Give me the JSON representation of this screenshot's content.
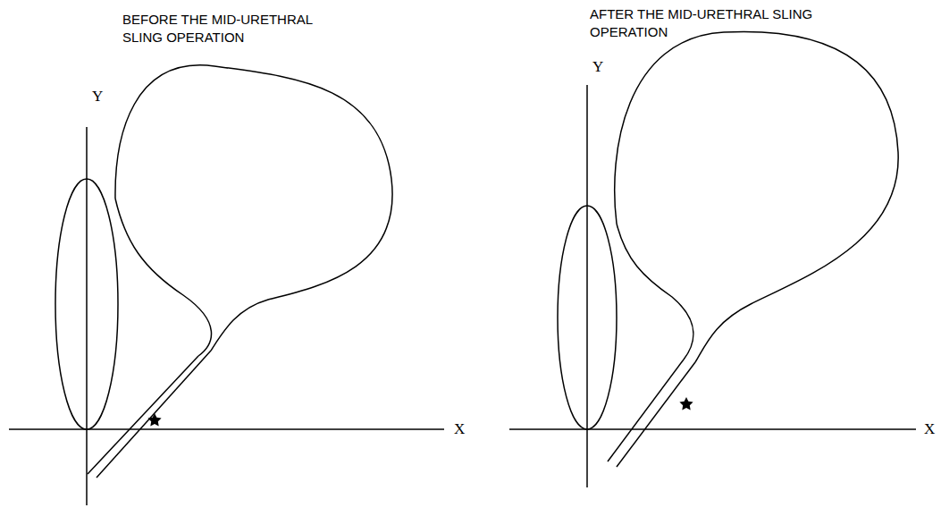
{
  "diagram": {
    "labels": [
      "BEFORE THE MID-URETHRAL SLING OPERATION",
      "Y",
      "X",
      "AFTER THE MID-URETHRAL SLING OPERATION",
      "Y",
      "X"
    ]
  }
}
